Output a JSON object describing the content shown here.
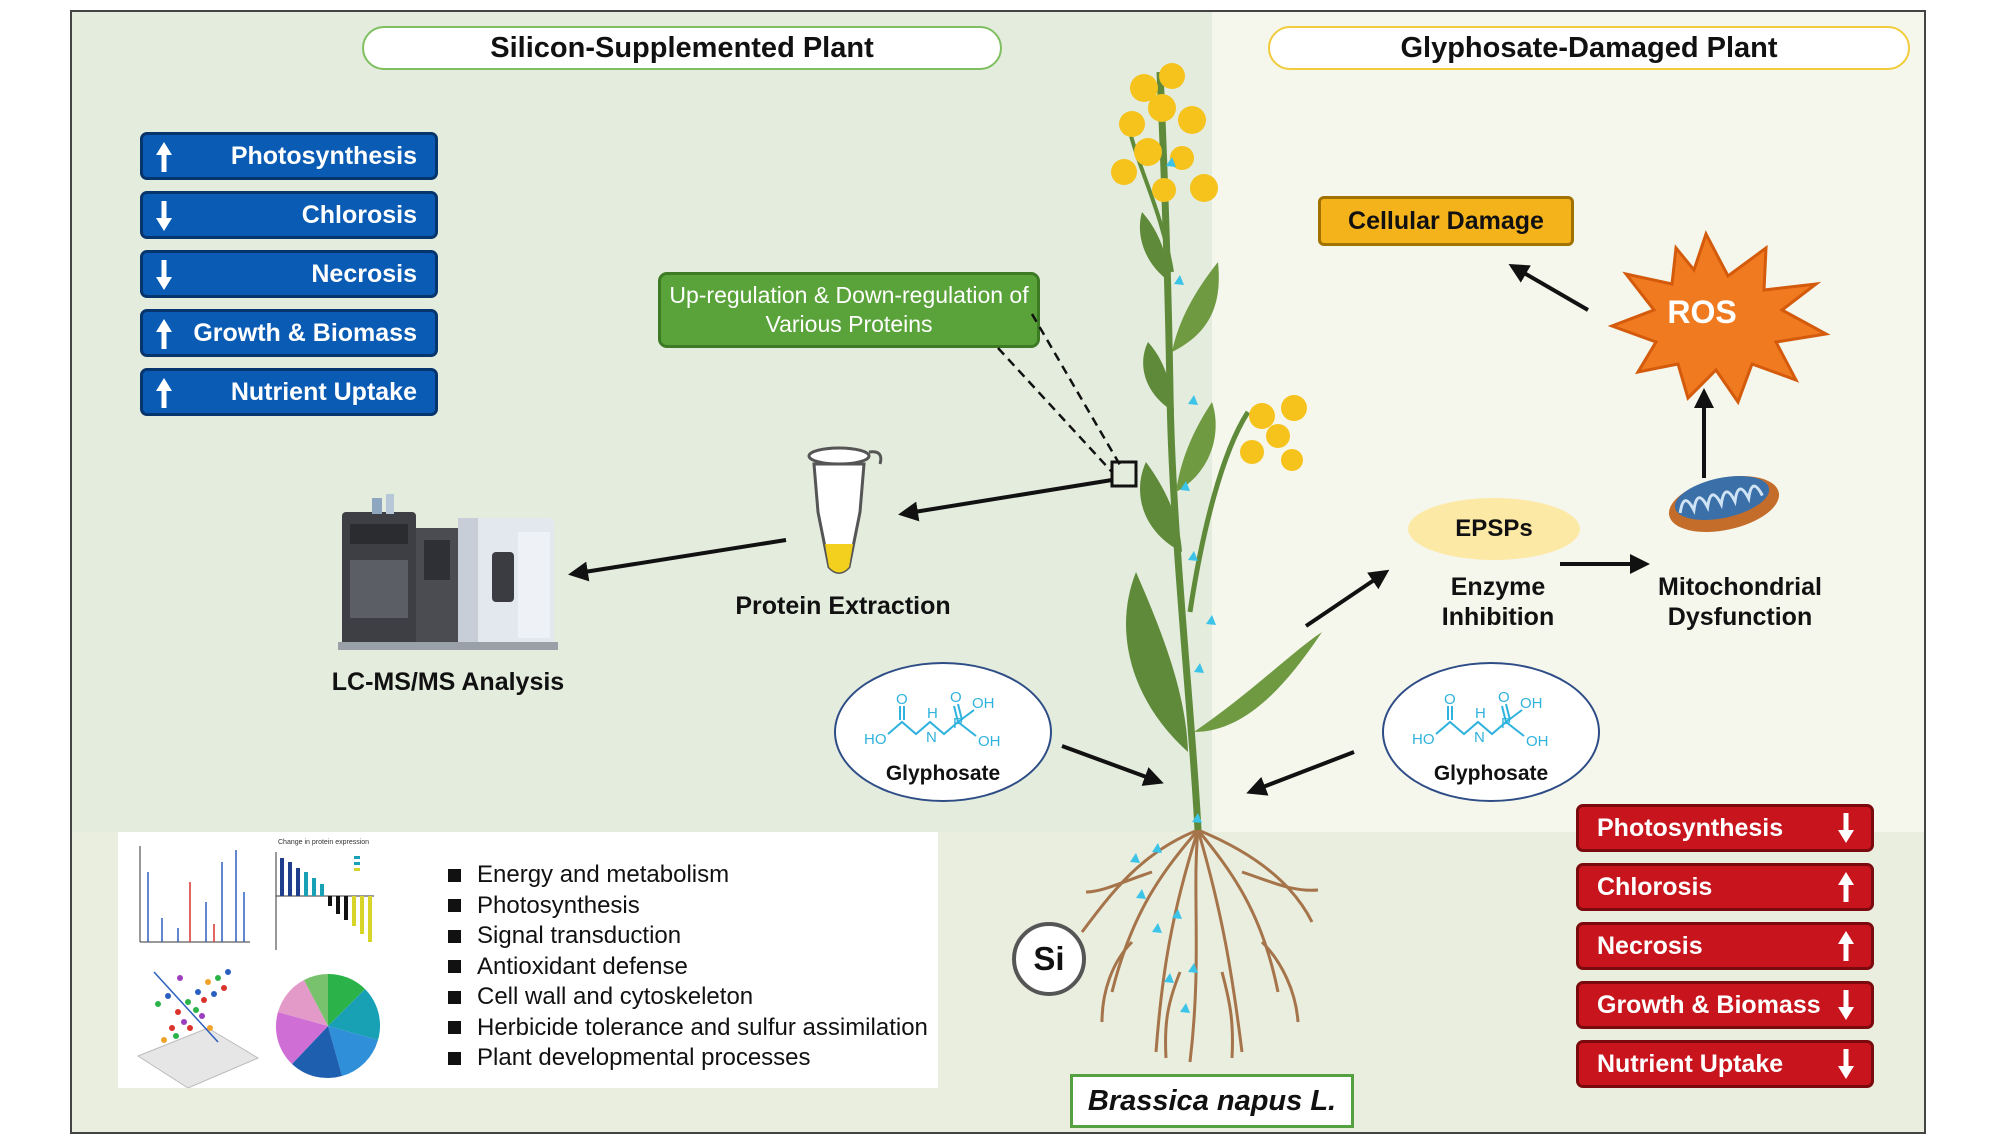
{
  "titles": {
    "left": "Silicon-Supplemented Plant",
    "right": "Glyphosate-Damaged Plant"
  },
  "silicon_effects": [
    {
      "label": "Photosynthesis",
      "direction": "up"
    },
    {
      "label": "Chlorosis",
      "direction": "down"
    },
    {
      "label": "Necrosis",
      "direction": "down"
    },
    {
      "label": "Growth & Biomass",
      "direction": "up"
    },
    {
      "label": "Nutrient Uptake",
      "direction": "up"
    }
  ],
  "glyphosate_effects": [
    {
      "label": "Photosynthesis",
      "direction": "down"
    },
    {
      "label": "Chlorosis",
      "direction": "up"
    },
    {
      "label": "Necrosis",
      "direction": "up"
    },
    {
      "label": "Growth & Biomass",
      "direction": "down"
    },
    {
      "label": "Nutrient Uptake",
      "direction": "down"
    }
  ],
  "proteomics": {
    "regulation": "Up-regulation & Down-regulation of Various Proteins",
    "extraction": "Protein Extraction",
    "analysis": "LC-MS/MS Analysis"
  },
  "pathway": {
    "enzyme": "EPSPs",
    "enzyme_inhibition": "Enzyme Inhibition",
    "mitochondria": "Mitochondrial Dysfunction",
    "ros": "ROS",
    "damage": "Cellular Damage"
  },
  "glyphosate": {
    "name": "Glyphosate",
    "atoms": {
      "o": "O",
      "ho": "HO",
      "h": "H",
      "n": "N",
      "p": "P",
      "oh": "OH"
    }
  },
  "silicon": "Si",
  "species": "Brassica napus L.",
  "protein_categories": [
    "Energy and metabolism",
    "Photosynthesis",
    "Signal transduction",
    "Antioxidant defense",
    "Cell wall and cytoskeleton",
    "Herbicide tolerance and sulfur assimilation",
    "Plant developmental processes"
  ],
  "mini_chart_title": "Change in protein expression",
  "colors": {
    "silicon_bg": "#e3ecdd",
    "glyphosate_bg": "#f5f6ec",
    "blue_box": "#0a5bb3",
    "red_box": "#c8141c",
    "green_box": "#5aa33a",
    "cellular_damage": "#f4b31b",
    "ros": "#f07a20",
    "flower": "#f6c21c",
    "leaf": "#5f8a3a",
    "root": "#a6744a",
    "molecule": "#2fb2dd"
  }
}
